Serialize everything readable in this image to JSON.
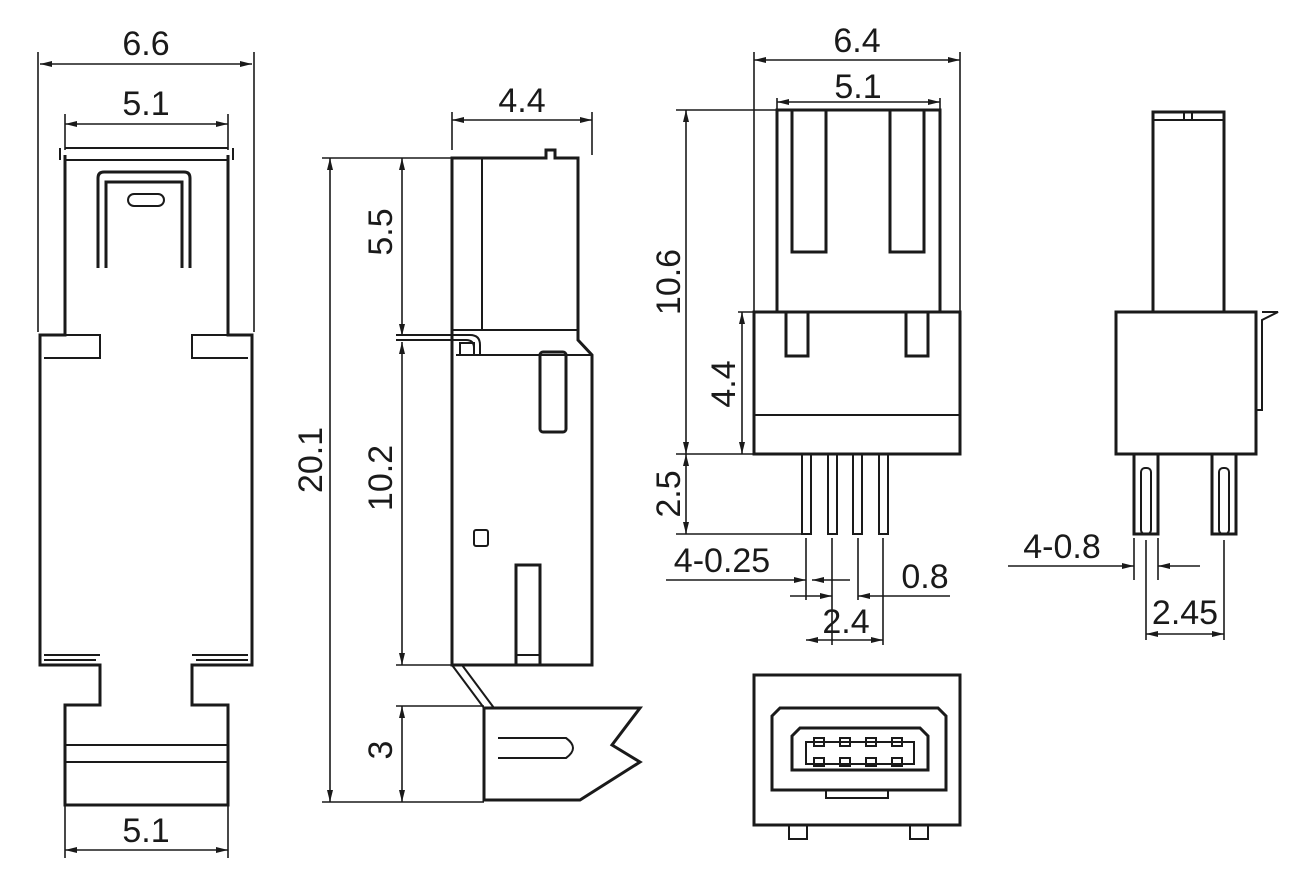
{
  "front_view": {
    "dim_overall_width": "6.6",
    "dim_top_inner_width": "5.1",
    "dim_bottom_width": "5.1"
  },
  "side_view": {
    "dim_top_width": "4.4",
    "dim_total_length": "20.1",
    "dim_head_length": "5.5",
    "dim_body_length": "10.2",
    "dim_tail_length": "3"
  },
  "pin_view": {
    "dim_outer_width": "6.4",
    "dim_inner_width": "5.1",
    "dim_head_height": "10.6",
    "dim_body_height": "4.4",
    "dim_pin_length": "2.5",
    "dim_pin_width": "4-0.25",
    "dim_pin_pitch": "0.8",
    "dim_pin_span": "2.4"
  },
  "end_view": {
    "dim_lead_width": "4-0.8",
    "dim_lead_pitch": "2.45"
  }
}
